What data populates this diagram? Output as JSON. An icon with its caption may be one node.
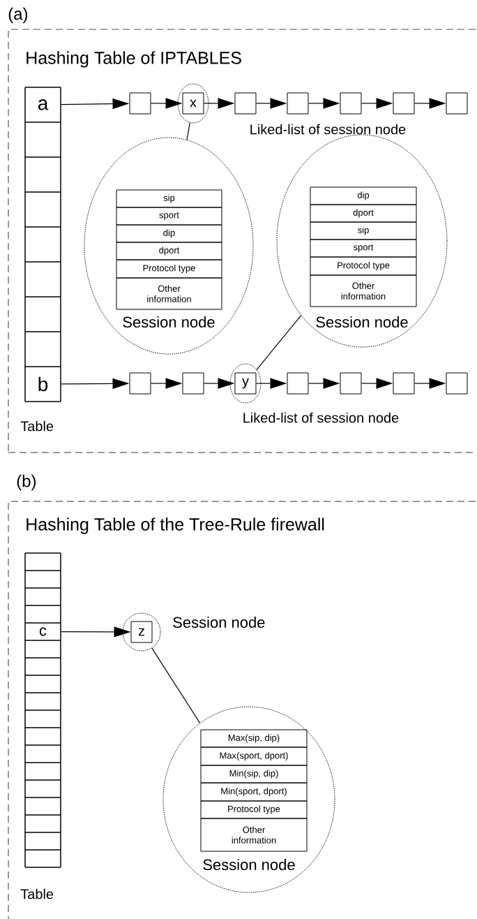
{
  "diagram": {
    "nodes": [
      {
        "text": [
          "(a)",
          "Hashing Table of IPTABLES"
        ]
      },
      {
        "text": [],
        "shape": "box",
        "beside": [
          "Table"
        ],
        "in": 0
      },
      {
        "text": [
          "a"
        ],
        "in": 1
      },
      {
        "text": [],
        "shape": "box",
        "in": 1
      },
      {
        "text": [],
        "shape": "box",
        "in": 1
      },
      {
        "text": [],
        "shape": "box",
        "in": 1
      },
      {
        "text": [],
        "shape": "box",
        "in": 1
      },
      {
        "text": [],
        "shape": "box",
        "in": 1
      },
      {
        "text": [],
        "shape": "box",
        "in": 1
      },
      {
        "text": [],
        "shape": "box",
        "in": 1
      },
      {
        "text": [
          "b"
        ],
        "in": 1
      },
      {
        "text": [],
        "shape": "box",
        "in": 0
      },
      {
        "text": [],
        "shape": "circle",
        "in": 0
      },
      {
        "text": [
          "x"
        ],
        "in": 12
      },
      {
        "text": [],
        "shape": "box",
        "in": 0
      },
      {
        "text": [],
        "shape": "box",
        "in": 0
      },
      {
        "text": [],
        "shape": "box",
        "in": 0
      },
      {
        "text": [],
        "shape": "box",
        "in": 0
      },
      {
        "text": [],
        "shape": "box",
        "in": 0
      },
      {
        "text": [
          "Session node"
        ],
        "in": 0
      },
      {
        "text": [
          "sip"
        ],
        "in": 19
      },
      {
        "text": [
          "sport"
        ],
        "in": 19
      },
      {
        "text": [
          "dip"
        ],
        "in": 19
      },
      {
        "text": [
          "dport"
        ],
        "in": 19
      },
      {
        "text": [
          "Protocol type"
        ],
        "in": 19
      },
      {
        "text": [
          "Other information"
        ],
        "in": 19
      },
      {
        "text": [
          "Session node"
        ],
        "in": 0
      },
      {
        "text": [
          "dip"
        ],
        "in": 26
      },
      {
        "text": [
          "dport"
        ],
        "in": 26
      },
      {
        "text": [
          "sip"
        ],
        "in": 26
      },
      {
        "text": [
          "sport"
        ],
        "in": 26
      },
      {
        "text": [
          "Protocol type"
        ],
        "in": 26
      },
      {
        "text": [
          "Other information"
        ],
        "in": 26
      },
      {
        "text": [],
        "shape": "box",
        "in": 0
      },
      {
        "text": [],
        "shape": "box",
        "in": 0
      },
      {
        "text": [],
        "shape": "circle",
        "in": 0
      },
      {
        "text": [
          "y"
        ],
        "in": 35
      },
      {
        "text": [],
        "shape": "box",
        "in": 0
      },
      {
        "text": [],
        "shape": "box",
        "in": 0
      },
      {
        "text": [],
        "shape": "box",
        "in": 0
      },
      {
        "text": [],
        "shape": "box",
        "in": 0
      },
      {
        "text": [
          "(b)",
          "Hashing Table of the Tree-Rule firewall"
        ]
      },
      {
        "text": [],
        "shape": "box",
        "beside": [
          "Table"
        ],
        "in": 41
      },
      {
        "text": [],
        "shape": "box",
        "in": 42
      },
      {
        "text": [],
        "shape": "box",
        "in": 42
      },
      {
        "text": [],
        "shape": "box",
        "in": 42
      },
      {
        "text": [],
        "shape": "box",
        "in": 42
      },
      {
        "text": [
          "c"
        ],
        "in": 42
      },
      {
        "text": [],
        "shape": "box",
        "in": 42
      },
      {
        "text": [],
        "shape": "box",
        "in": 42
      },
      {
        "text": [],
        "shape": "box",
        "in": 42
      },
      {
        "text": [],
        "shape": "box",
        "in": 42
      },
      {
        "text": [],
        "shape": "box",
        "in": 42
      },
      {
        "text": [],
        "shape": "box",
        "in": 42
      },
      {
        "text": [],
        "shape": "box",
        "in": 42
      },
      {
        "text": [],
        "shape": "box",
        "in": 42
      },
      {
        "text": [],
        "shape": "box",
        "in": 42
      },
      {
        "text": [],
        "shape": "box",
        "in": 42
      },
      {
        "text": [],
        "shape": "box",
        "in": 42
      },
      {
        "text": [],
        "shape": "box",
        "in": 42
      },
      {
        "text": [],
        "shape": "box",
        "in": 42
      },
      {
        "text": [],
        "shape": "circle",
        "beside": [
          "Session node"
        ],
        "in": 41
      },
      {
        "text": [
          "z"
        ],
        "in": 61
      },
      {
        "text": [
          "Session node"
        ],
        "in": 41
      },
      {
        "text": [
          "Max(sip, dip)"
        ],
        "in": 63
      },
      {
        "text": [
          "Max(sport, dport)"
        ],
        "in": 63
      },
      {
        "text": [
          "Min(sip, dip)"
        ],
        "in": 63
      },
      {
        "text": [
          "Min(sport, dport)"
        ],
        "in": 63
      },
      {
        "text": [
          "Protocol type"
        ],
        "in": 63
      },
      {
        "text": [
          "Other information"
        ],
        "in": 63
      }
    ],
    "edges": [
      {
        "from": 2,
        "to": 11,
        "arrow": "to"
      },
      {
        "from": 11,
        "to": 13,
        "arrow": "to"
      },
      {
        "from": 13,
        "to": 14,
        "arrow": "to"
      },
      {
        "from": 14,
        "to": 15,
        "arrow": "to"
      },
      {
        "from": 15,
        "to": 16,
        "arrow": "to"
      },
      {
        "from": 16,
        "to": 17,
        "arrow": "to"
      },
      {
        "from": 17,
        "to": 18,
        "arrow": "to"
      },
      {
        "from": 12,
        "to": 19,
        "arrow": "none"
      },
      {
        "from": 10,
        "to": 33,
        "arrow": "to"
      },
      {
        "from": 33,
        "to": 34,
        "arrow": "to"
      },
      {
        "from": 34,
        "to": 36,
        "arrow": "to"
      },
      {
        "from": 36,
        "to": 37,
        "arrow": "to"
      },
      {
        "from": 37,
        "to": 38,
        "arrow": "to"
      },
      {
        "from": 38,
        "to": 39,
        "arrow": "to"
      },
      {
        "from": 39,
        "to": 40,
        "arrow": "to"
      },
      {
        "from": 35,
        "to": 26,
        "arrow": "none"
      },
      {
        "from": 47,
        "to": 62,
        "arrow": "to"
      },
      {
        "from": 61,
        "to": 63,
        "arrow": "none"
      }
    ],
    "labels": [
      "Liked-list of session node",
      "Liked-list of session node"
    ]
  }
}
